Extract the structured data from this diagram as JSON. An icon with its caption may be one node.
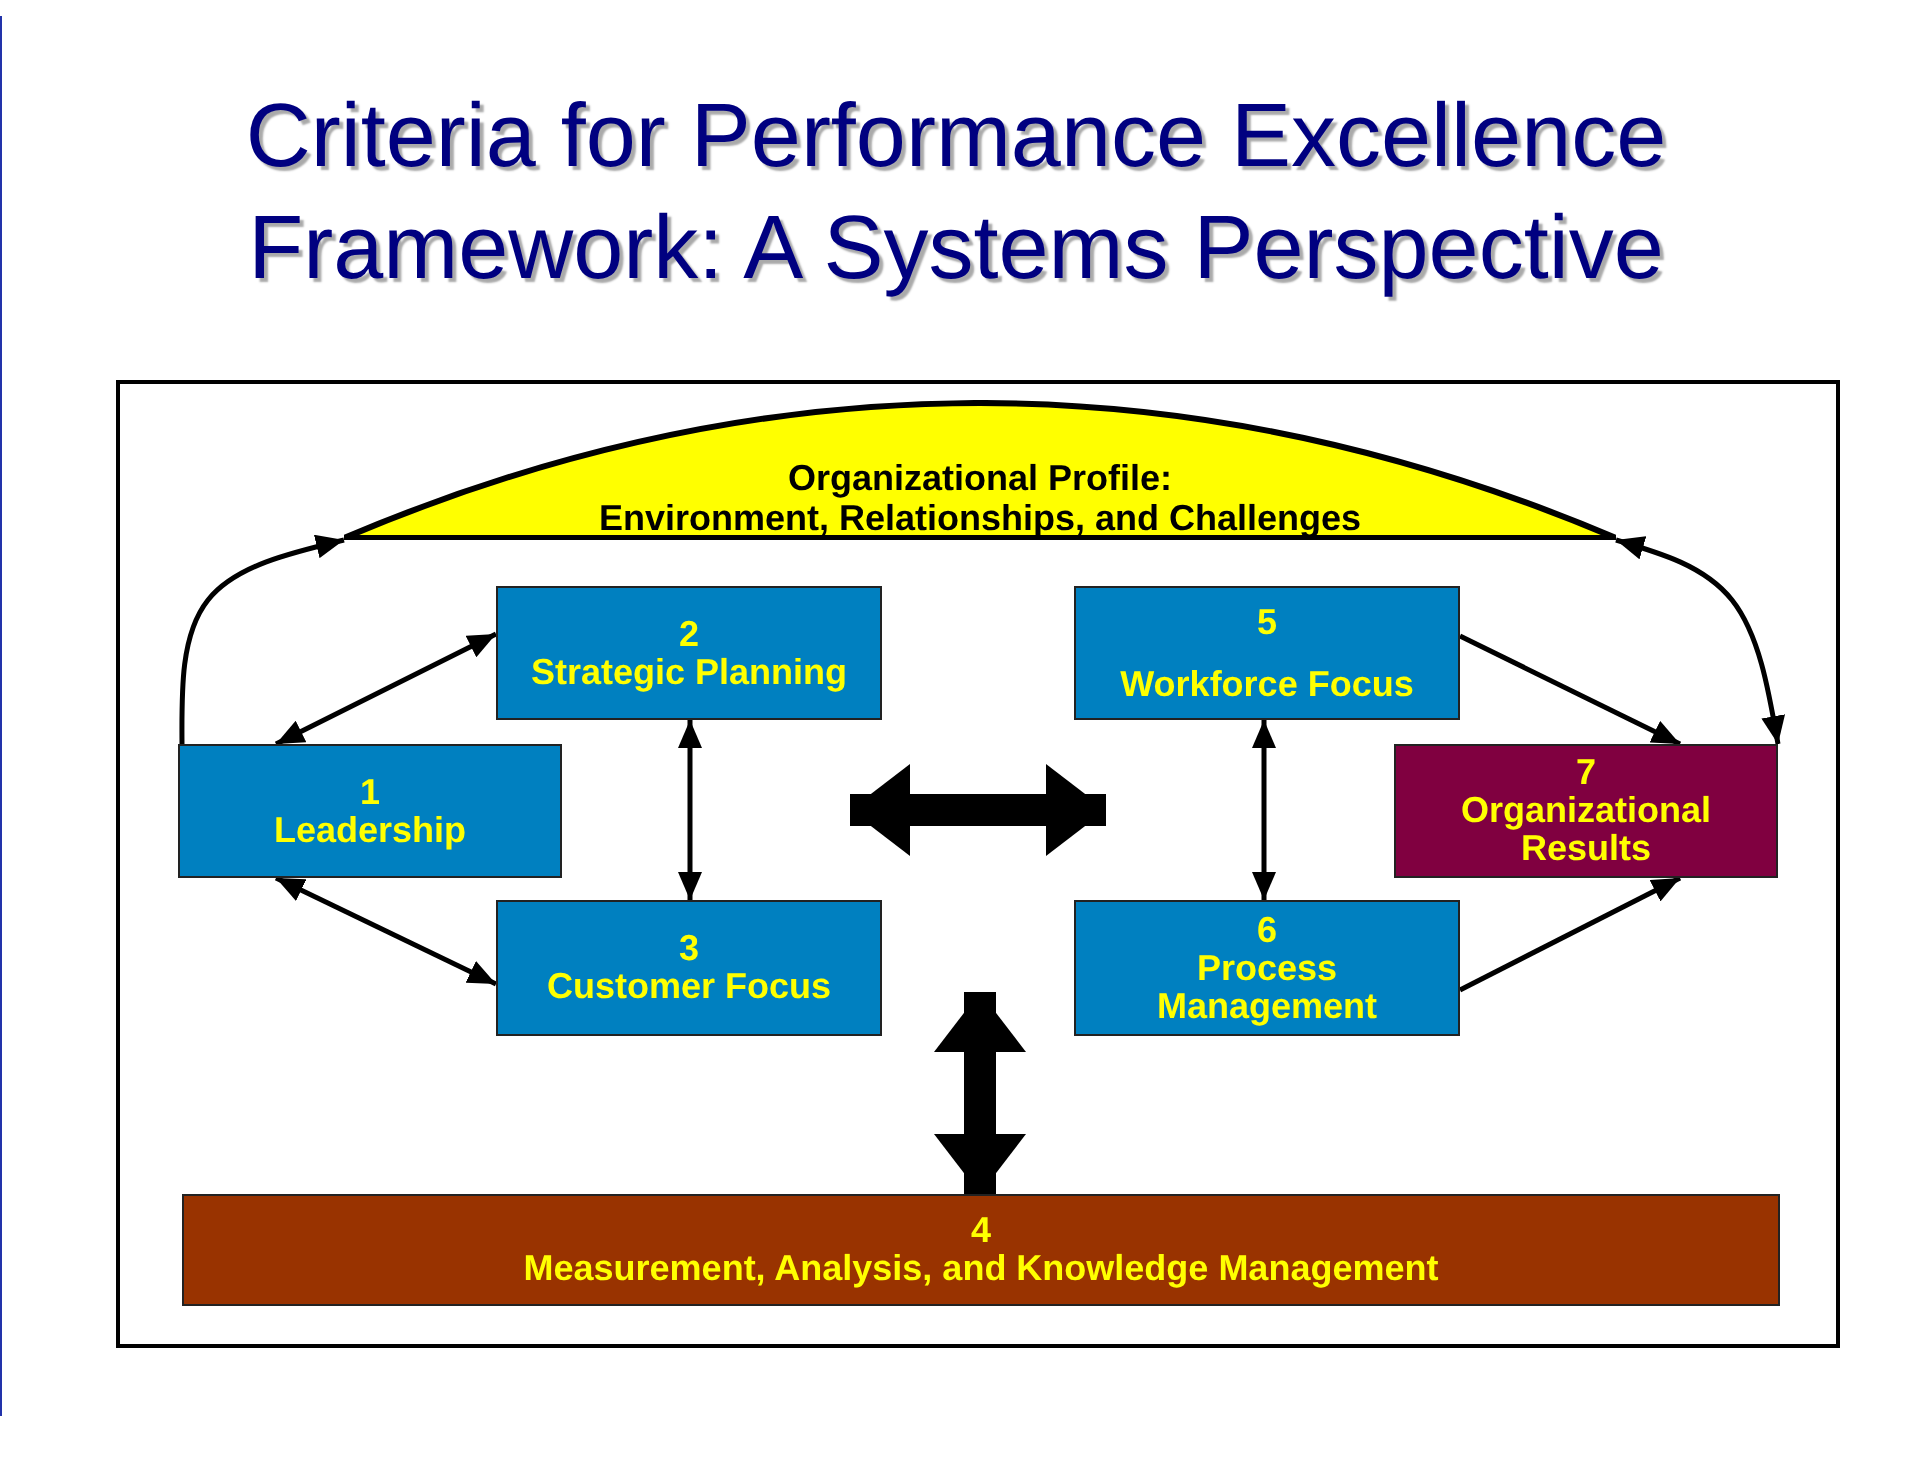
{
  "diagram": {
    "title": "Criteria for Performance Excellence Framework: A Systems Perspective",
    "nodes": [
      {
        "text": [
          "Organizational Profile:",
          "Environment, Relationships, and Challenges"
        ]
      },
      {
        "text": [
          "2",
          "Strategic Planning"
        ]
      },
      {
        "text": [
          "5",
          "Workforce Focus"
        ]
      },
      {
        "text": [
          "1",
          "Leadership"
        ]
      },
      {
        "text": [
          "7",
          "Organizational Results"
        ]
      },
      {
        "text": [
          "3",
          "Customer Focus"
        ]
      },
      {
        "text": [
          "6",
          "Process Management"
        ]
      },
      {
        "text": [
          "4",
          "Measurement, Analysis, and Knowledge Management"
        ]
      }
    ],
    "edges": [
      {
        "from": 3,
        "to": 0,
        "arrow": "to"
      },
      {
        "from": 0,
        "to": 4,
        "arrow": "both"
      },
      {
        "from": 3,
        "to": 1,
        "arrow": "both"
      },
      {
        "from": 3,
        "to": 5,
        "arrow": "both"
      },
      {
        "from": 1,
        "to": 5,
        "arrow": "both"
      },
      {
        "from": 2,
        "to": 6,
        "arrow": "both"
      },
      {
        "from": 2,
        "to": 4,
        "arrow": "to"
      },
      {
        "from": 6,
        "to": 4,
        "arrow": "to"
      },
      {
        "from": 1,
        "to": 2,
        "arrow": "both",
        "style": "thick"
      },
      {
        "from": 5,
        "to": 7,
        "arrow": "both",
        "style": "thick"
      }
    ]
  }
}
